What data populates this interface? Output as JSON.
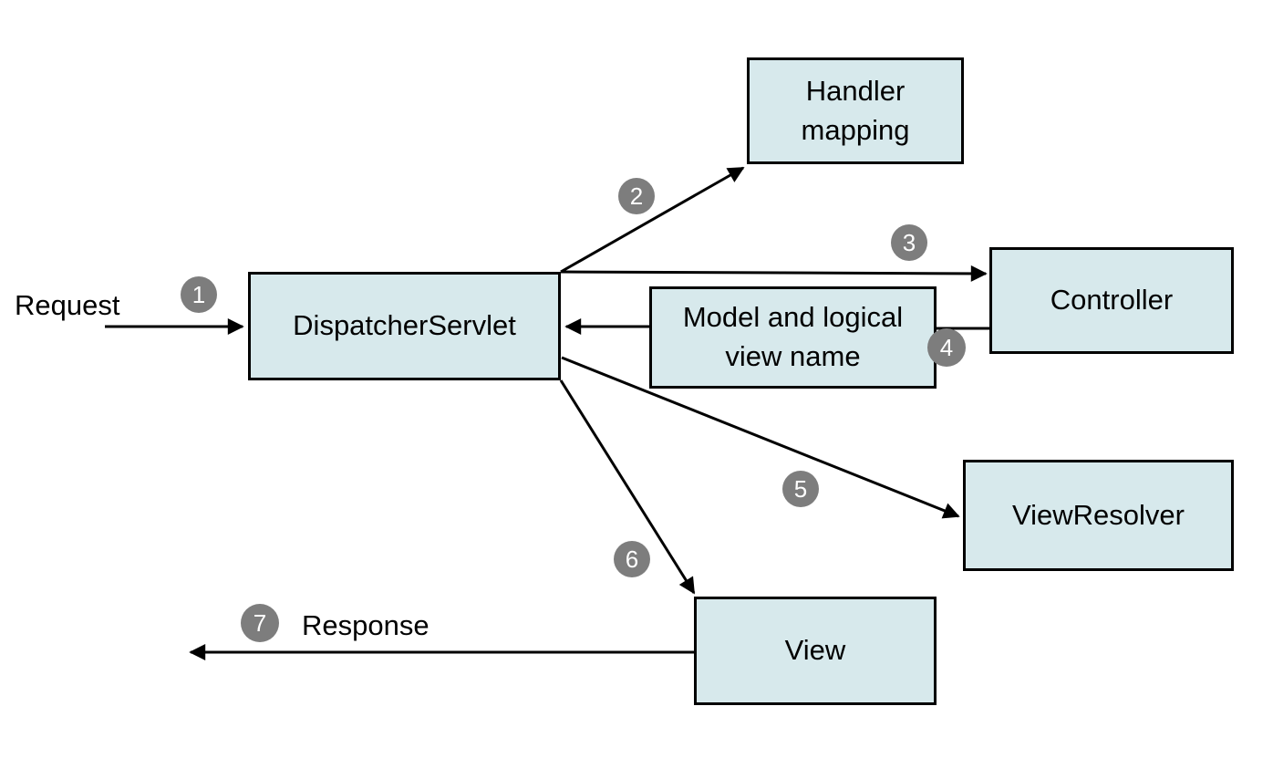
{
  "colors": {
    "background": "#ffffff",
    "node_fill": "#d7e9ec",
    "node_border": "#000000",
    "arrow": "#000000",
    "badge_fill": "#7d7d7d",
    "badge_text": "#ffffff",
    "label_text": "#000000"
  },
  "nodes": {
    "handler_mapping": {
      "label": "Handler mapping"
    },
    "dispatcher_servlet": {
      "label": "DispatcherServlet"
    },
    "controller": {
      "label": "Controller"
    },
    "model_and_logical_view_name": {
      "label": "Model and logical view name"
    },
    "view_resolver": {
      "label": "ViewResolver"
    },
    "view": {
      "label": "View"
    }
  },
  "steps": [
    {
      "number": "1",
      "label": "Request"
    },
    {
      "number": "2"
    },
    {
      "number": "3"
    },
    {
      "number": "4"
    },
    {
      "number": "5"
    },
    {
      "number": "6"
    },
    {
      "number": "7",
      "label": "Response"
    }
  ]
}
